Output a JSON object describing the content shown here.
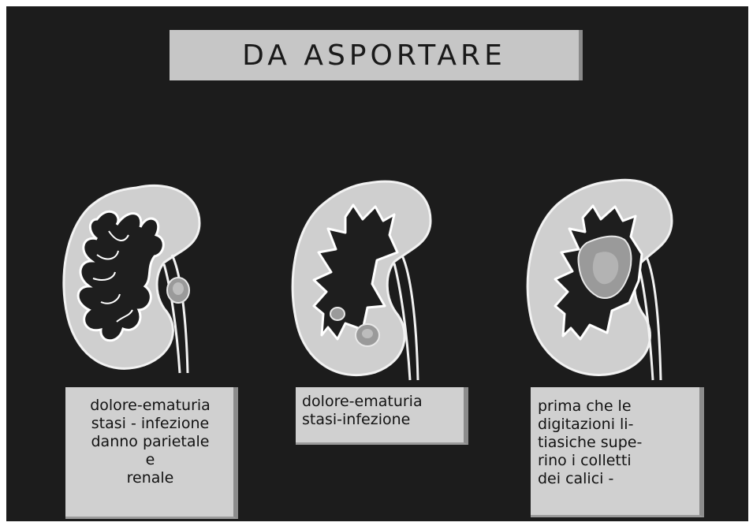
{
  "title": "DA ASPORTARE",
  "colors": {
    "background": "#1c1c1c",
    "kidney_fill": "#cfcfcf",
    "cavity_fill": "#1e1e1e",
    "stone_fill": "#9a9a9a",
    "label_card": "#d0d0d0"
  },
  "panels": [
    {
      "caption_lines": [
        "dolore-ematuria",
        "stasi - infezione",
        "danno parietale",
        "e",
        "renale"
      ]
    },
    {
      "caption_lines": [
        "dolore-ematuria",
        "stasi-infezione"
      ]
    },
    {
      "caption_lines": [
        "prima che le",
        "digitazioni li-",
        "tiasiche supe-",
        "rino i colletti",
        "dei calici -"
      ]
    }
  ]
}
